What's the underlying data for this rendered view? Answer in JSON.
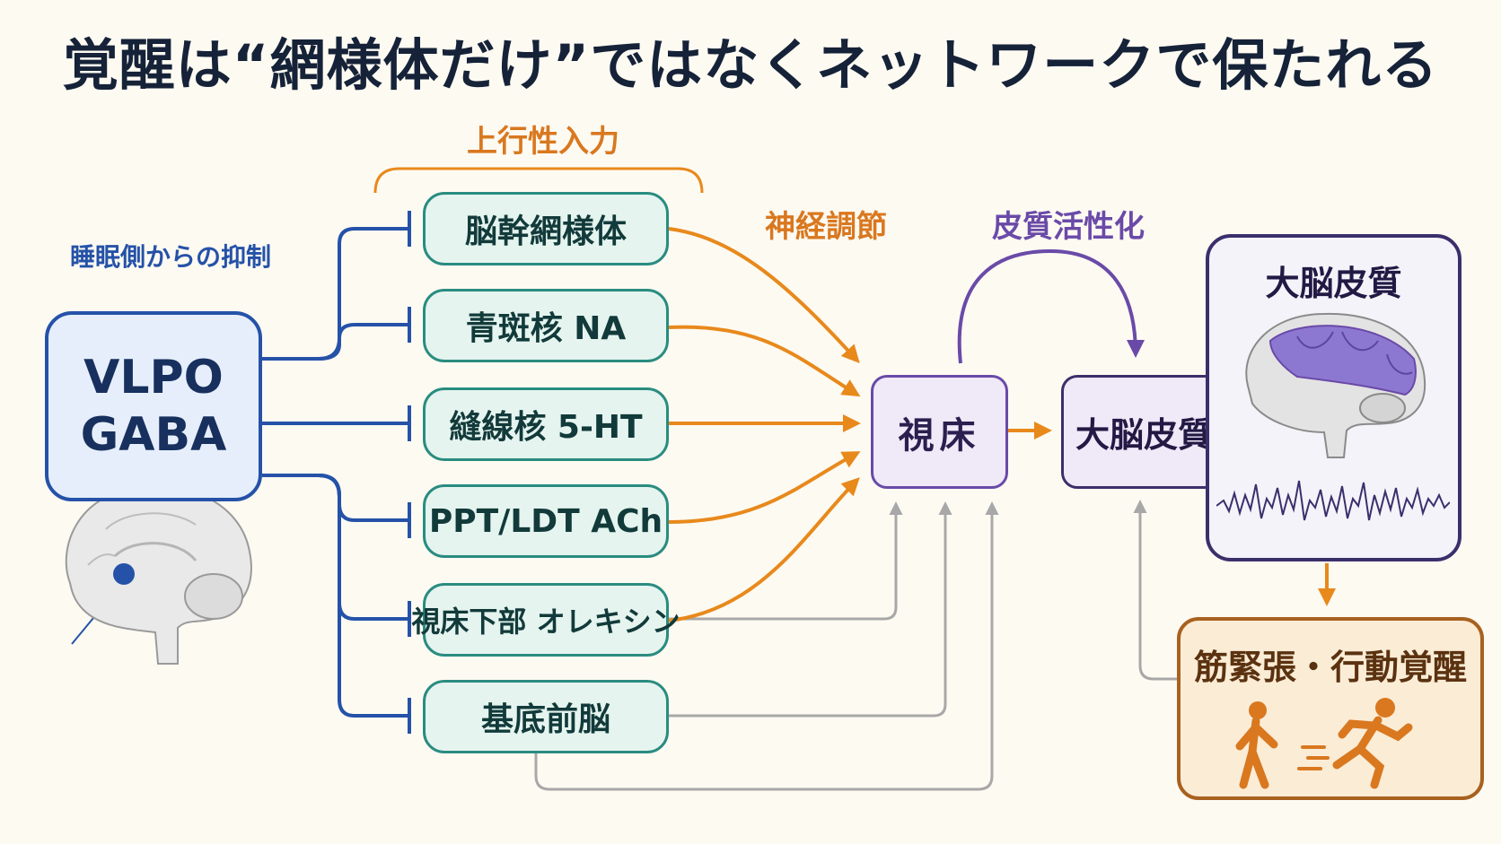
{
  "title": "覚醒は“網様体だけ”ではなくネットワークで保たれる",
  "labels": {
    "ascending_input": "上行性入力",
    "sleep_inhibition": "睡眠側からの抑制",
    "neuromodulation": "神経調節",
    "cortical_activation": "皮質活性化"
  },
  "vlpo": {
    "line1": "VLPO",
    "line2": "GABA"
  },
  "nuclei": [
    "脳幹網様体",
    "青斑核 NA",
    "縫線核 5-HT",
    "PPT/LDT ACh",
    "視床下部 オレキシン",
    "基底前脳"
  ],
  "thalamus": "視床",
  "cortex_box": "大脳皮質",
  "cortex_panel_title": "大脳皮質",
  "muscle_title": "筋緊張・行動覚醒",
  "colors": {
    "title": "#152238",
    "inhibition_blue": "#2552a8",
    "nucleus_teal": "#2a8c80",
    "modulation_orange": "#e8891c",
    "cortex_purple": "#6a4aa8",
    "feedback_gray": "#a8a8a8",
    "behavior_brown": "#a8611f"
  },
  "icons": [
    "brain-sagittal-icon",
    "brain-lateral-icon",
    "eeg-wave-icon",
    "walking-person-icon",
    "running-person-icon"
  ]
}
